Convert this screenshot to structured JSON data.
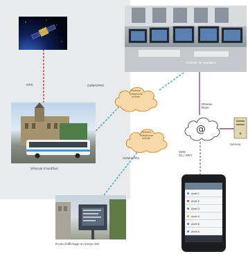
{
  "labels": {
    "gps": "GPS",
    "gsm_top": "GSM/GPRS",
    "gsm_bottom": "GSM/GPRS",
    "control_room": "Centrale de régulation",
    "internet_link": "Réseau filaire",
    "sms_wifi": "SMS\n3G / WIFI",
    "vehicle": "Véhicule à bord/bus",
    "server": "Serveur",
    "display": "Écran d'affichage en temps réel"
  },
  "clouds": {
    "top": "Réseau\nTéléphonie\nmobile",
    "bottom": "Réseau\nTéléphonie\nmobile"
  },
  "phone": {
    "rows": [
      "Arrêt 1",
      "Arrêt 2",
      "Arrêt 3",
      "Arrêt 4",
      "Arrêt 5",
      "Arrêt 6"
    ]
  },
  "colors": {
    "gps_link": "#d9342b",
    "gsm_link": "#3aa6c9",
    "internet_link": "#7a4a8c",
    "wifi_link": "#7d7d7d",
    "cloud_fill": "#f6d9a8",
    "cloud_stroke": "#d98a2a"
  }
}
